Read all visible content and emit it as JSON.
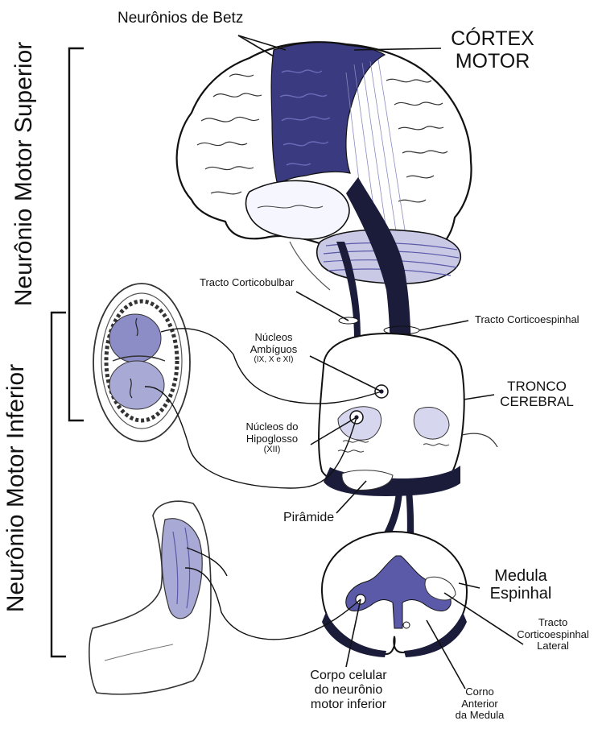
{
  "labels": {
    "betz": "Neurônios de Betz",
    "cortex_line1": "CÓRTEX",
    "cortex_line2": "MOTOR",
    "upper_motor": "Neurônio Motor Superior",
    "lower_motor": "Neurônio Motor Inferior",
    "corticobulbar": "Tracto Corticobulbar",
    "corticospinal": "Tracto Corticoespinhal",
    "ambiguus_line1": "Núcleos",
    "ambiguus_line2": "Ambíguos",
    "ambiguus_line3": "(IX, X e XI)",
    "brainstem_line1": "TRONCO",
    "brainstem_line2": "CEREBRAL",
    "hypoglossal_line1": "Núcleos do",
    "hypoglossal_line2": "Hipoglosso",
    "hypoglossal_line3": "(XII)",
    "pyramid": "Pirâmide",
    "spinal_cord_line1": "Medula",
    "spinal_cord_line2": "Espinhal",
    "lateral_tract_line1": "Tracto",
    "lateral_tract_line2": "Corticoespinhal",
    "lateral_tract_line3": "Lateral",
    "cell_body_line1": "Corpo celular",
    "cell_body_line2": "do neurônio",
    "cell_body_line3": "motor inferior",
    "anterior_horn_line1": "Corno",
    "anterior_horn_line2": "Anterior",
    "anterior_horn_line3": "da Medula"
  },
  "colors": {
    "tract": "#1b1b3a",
    "motor_cortex": "#3a3a80",
    "shading": "#5a5aa8",
    "light_shading": "#a9a9d6",
    "line": "#111111"
  }
}
